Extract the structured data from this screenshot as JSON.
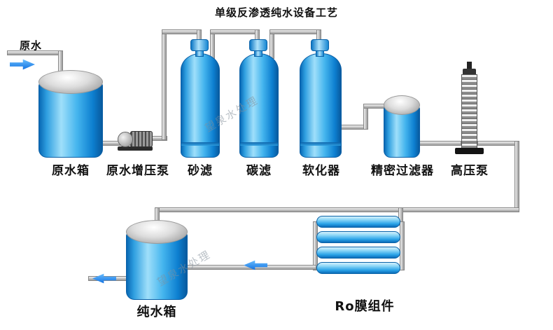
{
  "title": "单级反渗透纯水设备工艺",
  "watermark": "望泉水处理",
  "labels": {
    "raw_water": "原水",
    "raw_water_tank": "原水箱",
    "booster_pump": "原水增压泵",
    "sand_filter": "砂滤",
    "carbon_filter": "碳滤",
    "softener": "软化器",
    "precision_filter": "精密过滤器",
    "high_pressure_pump": "高压泵",
    "pure_water_tank": "纯水箱",
    "ro_module": "Ro膜组件"
  },
  "colors": {
    "vessel_blue": "#1e9be4",
    "pipe_gray": "#b5b5b5",
    "arrow_blue": "#1d8ff2",
    "watermark_gray": "#84909b"
  }
}
